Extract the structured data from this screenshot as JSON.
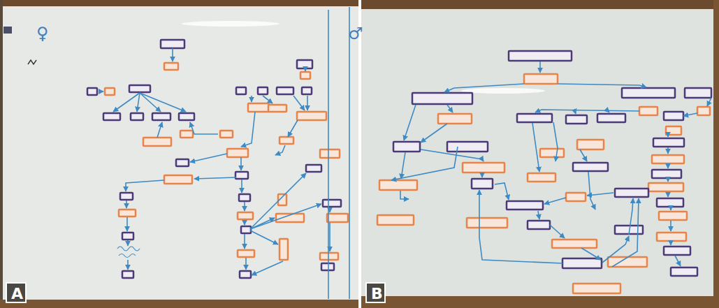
{
  "diagram": {
    "nodes": [
      {
        "text": [
          "A"
        ]
      },
      {
        "text": [
          "B"
        ]
      }
    ],
    "labels": [
      "♀",
      "♂"
    ]
  }
}
